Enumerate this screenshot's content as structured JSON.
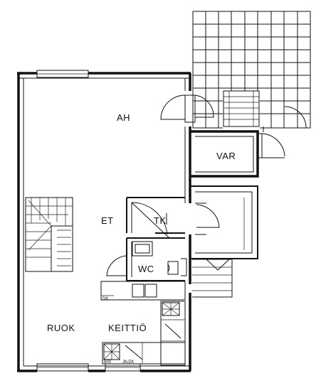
{
  "rooms": {
    "ah": "AH",
    "var": "VAR",
    "et": "ET",
    "tk": "TK",
    "wc": "WC",
    "ruok": "RUOK",
    "keittio": "KEITTIÖ"
  },
  "small_marks": {
    "dk": "DK",
    "ap_left": "600",
    "ap_right": "JK/ZK"
  }
}
